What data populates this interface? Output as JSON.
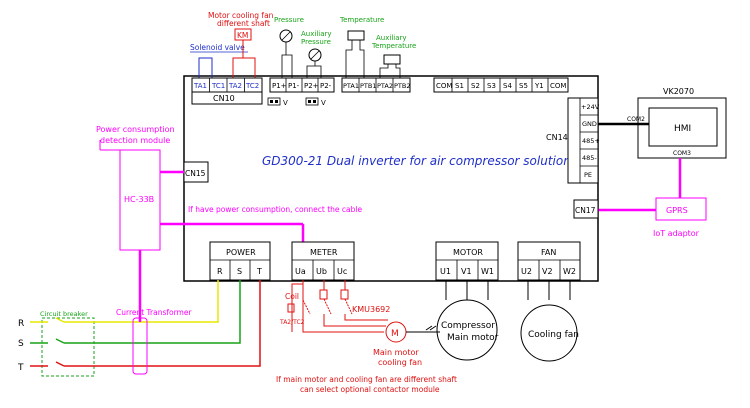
{
  "title": "GD300-21 Dual inverter for air compressor solution",
  "colors": {
    "black": "#000000",
    "blue": "#1f2fc8",
    "red": "#e01010",
    "green": "#17a317",
    "magenta": "#ff00ff",
    "yellow": "#e8e800",
    "pinkText": "#ff00ff"
  },
  "top_labels": {
    "motor_fan_line1": "Motor cooling fan",
    "motor_fan_line2": "different shaft",
    "km": "KM",
    "solenoid": "Solenoid valve",
    "pressure": "Pressure",
    "aux_pressure_line1": "Auxiliary",
    "aux_pressure_line2": "Pressure",
    "temperature": "Temperature",
    "aux_temp_line1": "Auxiliary",
    "aux_temp_line2": "Temperature"
  },
  "cn10": {
    "label": "CN10",
    "terminals": [
      "TA1",
      "TC1",
      "TA2",
      "TC2"
    ]
  },
  "pressure_terminals": [
    "P1+",
    "P1-",
    "P2+",
    "P2-"
  ],
  "temp_terminals": [
    "PTA1",
    "PTB1",
    "PTA2",
    "PTB2"
  ],
  "di_terminals": [
    "COM",
    "S1",
    "S2",
    "S3",
    "S4",
    "S5",
    "Y1",
    "COM"
  ],
  "switch_label": "V",
  "cn14": {
    "label": "CN14",
    "terminals": [
      "+24V",
      "GND",
      "485+",
      "485-",
      "PE"
    ]
  },
  "hmi": {
    "model": "VK2070",
    "label": "HMI",
    "com2": "COM2",
    "com3": "COM3"
  },
  "cn15": "CN15",
  "cn17": "CN17",
  "gprs": "GPRS",
  "iot": "IoT adaptor",
  "power_module": {
    "line1": "Power consumption",
    "line2": "detection module",
    "device": "HC-33B"
  },
  "cable_note": "If have power consumption, connect the cable",
  "power": {
    "label": "POWER",
    "terminals": [
      "R",
      "S",
      "T"
    ]
  },
  "meter": {
    "label": "METER",
    "terminals": [
      "Ua",
      "Ub",
      "Uc"
    ]
  },
  "motor": {
    "label": "MOTOR",
    "terminals": [
      "U1",
      "V1",
      "W1"
    ]
  },
  "fan": {
    "label": "FAN",
    "terminals": [
      "U2",
      "V2",
      "W2"
    ]
  },
  "coil": "Coil",
  "coil_terminals": "TA2/TC2",
  "contactor": "KMU3692",
  "m_symbol": "M",
  "main_fan_line1": "Main motor",
  "main_fan_line2": "cooling fan",
  "compressor_line1": "Compressor",
  "compressor_line2": "Main motor",
  "cooling_fan": "Cooling fan",
  "circuit_breaker": "Circuit breaker",
  "current_transformer": "Current Transformer",
  "phases": [
    "R",
    "S",
    "T"
  ],
  "bottom_note_line1": "If main motor and cooling fan are different shaft",
  "bottom_note_line2": "can select optional contactor module"
}
